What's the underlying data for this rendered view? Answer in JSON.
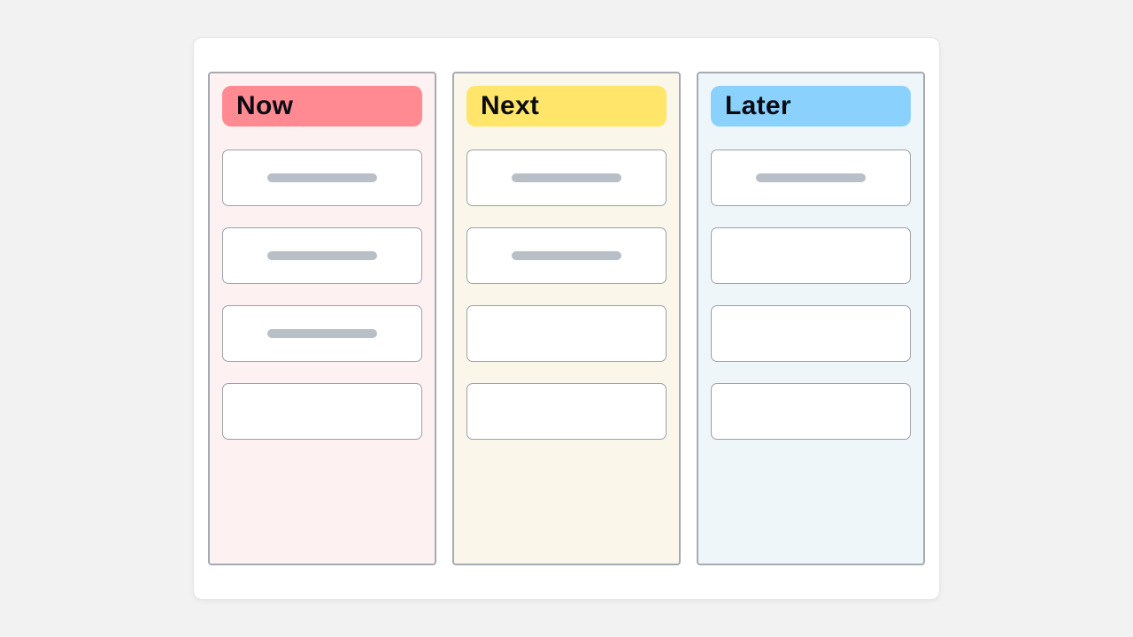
{
  "board": {
    "placeholder_color": "#b9bfc7",
    "columns": [
      {
        "title": "Now",
        "header_color": "#ff8a92",
        "column_bg": "#fdf1f2",
        "cards": [
          {
            "placeholder": true
          },
          {
            "placeholder": true
          },
          {
            "placeholder": true
          },
          {
            "placeholder": false
          }
        ]
      },
      {
        "title": "Next",
        "header_color": "#ffe66b",
        "column_bg": "#faf6ea",
        "cards": [
          {
            "placeholder": true
          },
          {
            "placeholder": true
          },
          {
            "placeholder": false
          },
          {
            "placeholder": false
          }
        ]
      },
      {
        "title": "Later",
        "header_color": "#8bd1fd",
        "column_bg": "#eef6f9",
        "cards": [
          {
            "placeholder": true
          },
          {
            "placeholder": false
          },
          {
            "placeholder": false
          },
          {
            "placeholder": false
          }
        ]
      }
    ]
  }
}
